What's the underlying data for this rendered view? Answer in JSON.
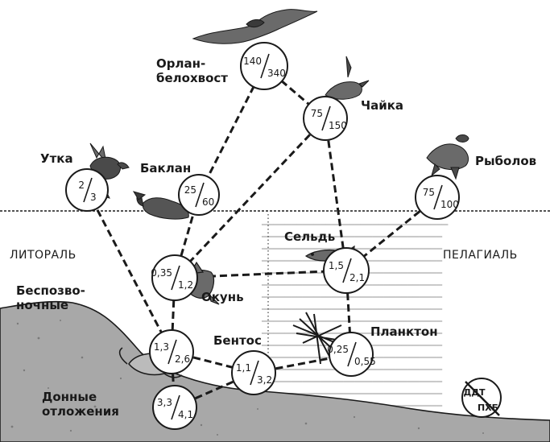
{
  "nodes": {
    "eagle": {
      "label": "Орлан-\nбелохвост",
      "num": "140",
      "den": "340"
    },
    "gull": {
      "label": "Чайка",
      "num": "75",
      "den": "150"
    },
    "duck": {
      "label": "Утка",
      "num": "2",
      "den": "3"
    },
    "cormorant": {
      "label": "Баклан",
      "num": "25",
      "den": "60"
    },
    "osprey": {
      "label": "Рыболов",
      "num": "75",
      "den": "100"
    },
    "perch": {
      "label": "Окунь",
      "num": "0,35",
      "den": "1,2"
    },
    "herring": {
      "label": "Сельдь",
      "num": "1,5",
      "den": "2,1"
    },
    "invert": {
      "label": "Беспозво-\nночные",
      "num": "1,3",
      "den": "2,6"
    },
    "benthos": {
      "label": "Бентос",
      "num": "1,1",
      "den": "3,2"
    },
    "plankton": {
      "label": "Планктон",
      "num": "0,25",
      "den": "0,55"
    },
    "sediment": {
      "label": "Донные\nотложения",
      "num": "3,3",
      "den": "4,1"
    }
  },
  "zones": {
    "littoral": "ЛИТОРАЛЬ",
    "pelagic": "ПЕЛАГИАЛЬ"
  },
  "legend": {
    "top": "ДДТ",
    "bottom": "ПХБ"
  },
  "colors": {
    "ink": "#1a1a1a",
    "ground": "#9a9a9a",
    "paper": "#ffffff"
  }
}
